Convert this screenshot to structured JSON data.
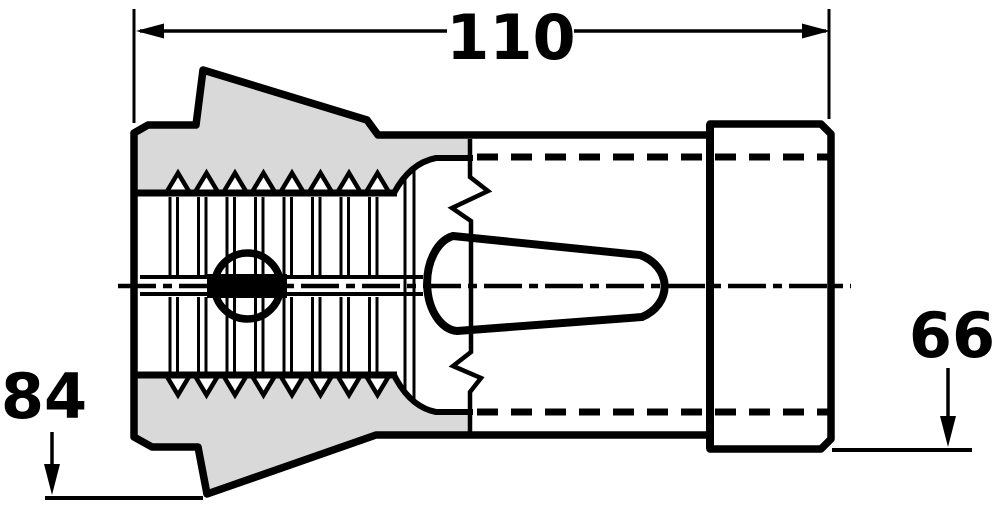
{
  "drawing": {
    "kind": "collet-cross-section"
  },
  "dimensions": {
    "overall_length": {
      "value": "110"
    },
    "head_diameter": {
      "value": "84"
    },
    "body_diameter": {
      "value": "66"
    }
  },
  "colors": {
    "line": "#000000",
    "section_fill": "#d9d9d9",
    "background": "#ffffff"
  }
}
